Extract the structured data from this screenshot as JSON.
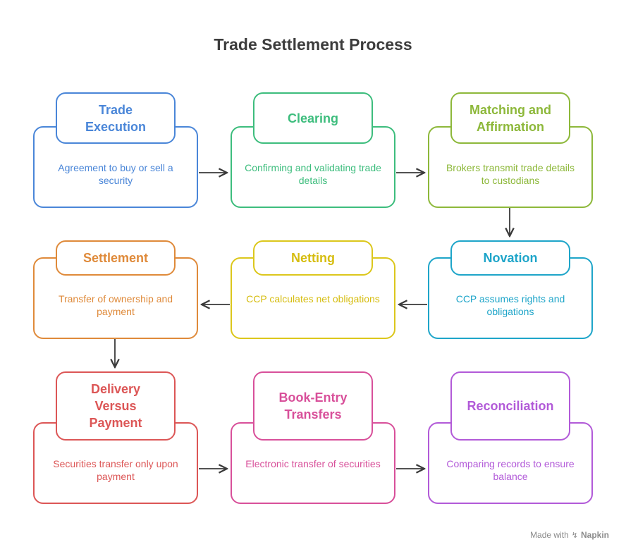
{
  "title": "Trade Settlement Process",
  "colors": {
    "blue": "#4a86d8",
    "green": "#3dbd7d",
    "olive": "#8db83a",
    "teal": "#1ea5c9",
    "yellow": "#dcc71c",
    "orange": "#df8a3a",
    "red": "#dc5656",
    "pink": "#d8509a",
    "purple": "#b25ad8",
    "arrow": "#3a3a3a"
  },
  "steps": [
    {
      "name": "Trade Execution",
      "desc": "Agreement to buy or sell a security"
    },
    {
      "name": "Clearing",
      "desc": "Confirming and validating trade details"
    },
    {
      "name": "Matching and Affirmation",
      "desc": "Brokers transmit trade details to custodians"
    },
    {
      "name": "Novation",
      "desc": "CCP assumes rights and obligations"
    },
    {
      "name": "Netting",
      "desc": "CCP calculates net obligations"
    },
    {
      "name": "Settlement",
      "desc": "Transfer of ownership and payment"
    },
    {
      "name": "Delivery Versus Payment",
      "desc": "Securities transfer only upon payment"
    },
    {
      "name": "Book-Entry Transfers",
      "desc": "Electronic transfer of securities"
    },
    {
      "name": "Reconciliation",
      "desc": "Comparing records to ensure balance"
    }
  ],
  "footer": {
    "made_with": "Made with",
    "brand": "Napkin"
  }
}
